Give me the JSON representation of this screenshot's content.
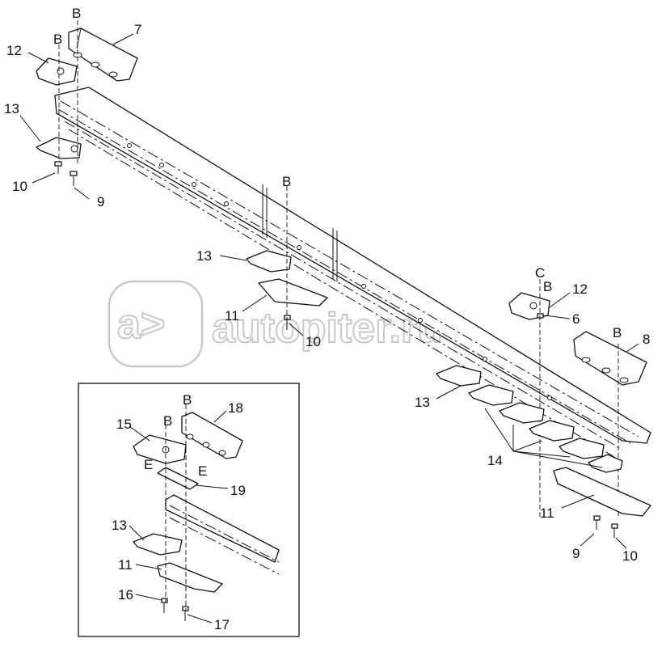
{
  "watermark": {
    "text": "autopiter.ru",
    "logo_text": "a>"
  },
  "callouts": {
    "c7": "7",
    "c8": "8",
    "c9a": "9",
    "c9b": "9",
    "c10a": "10",
    "c10b": "10",
    "c10c": "10",
    "c11a": "11",
    "c11b": "11",
    "c11c": "11",
    "c12a": "12",
    "c12b": "12",
    "c13a": "13",
    "c13b": "13",
    "c13c": "13",
    "c13d": "13",
    "c14": "14",
    "c15": "15",
    "c16": "16",
    "c17": "17",
    "c18": "18",
    "c19": "19",
    "c6": "6"
  },
  "reference_letters": {
    "b1": "B",
    "b2": "B",
    "b3": "B",
    "b4": "B",
    "b5": "B",
    "b6": "B",
    "b7": "B",
    "c1": "C",
    "e1": "E",
    "e2": "E"
  }
}
